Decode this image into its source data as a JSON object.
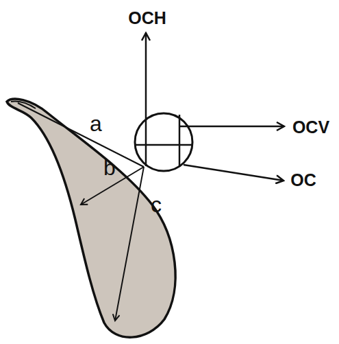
{
  "diagram": {
    "labels": [
      "OCH",
      "OCV",
      "OC",
      "a",
      "b",
      "c"
    ]
  }
}
